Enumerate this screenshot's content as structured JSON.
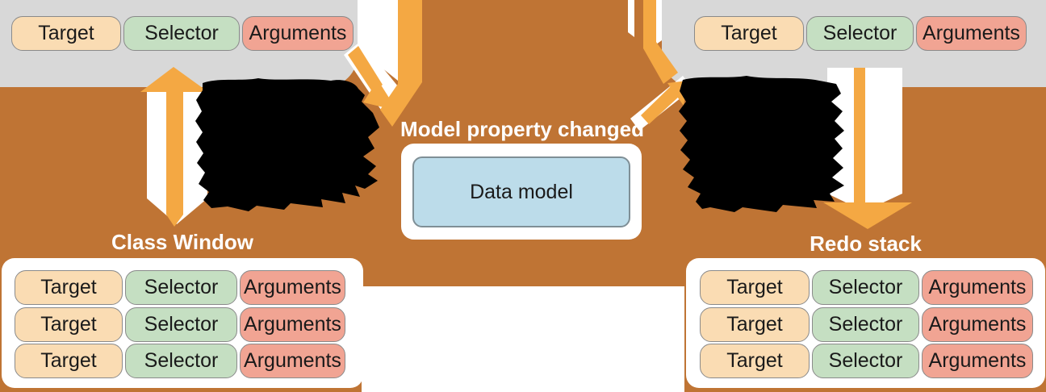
{
  "colors": {
    "background-brown": "#bf7434",
    "arrow-orange": "#f4a843",
    "panel-gray": "#d8d8d8",
    "pill-peach": "#fadcb3",
    "pill-green": "#c5dfc2",
    "pill-salmon": "#f1a493",
    "model-blue": "#bcdcea",
    "pill-border": "#8a8a8a",
    "label-white": "#ffffff"
  },
  "pills": {
    "target": "Target",
    "selector": "Selector",
    "arguments": "Arguments"
  },
  "center": {
    "event_label": "Model property changed",
    "data_model_label": "Data model"
  },
  "stacks": {
    "left_title": "Class Window",
    "right_title": "Redo stack"
  }
}
